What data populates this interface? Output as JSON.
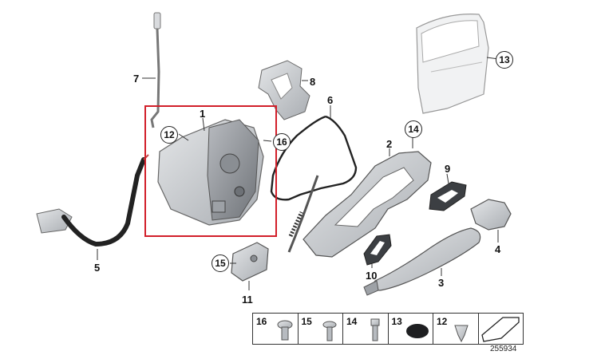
{
  "callouts": {
    "c1": "1",
    "c2": "2",
    "c3": "3",
    "c4": "4",
    "c5": "5",
    "c6": "6",
    "c7": "7",
    "c8": "8",
    "c9": "9",
    "c10": "10",
    "c11": "11",
    "c12": "12",
    "c13": "13",
    "c14": "14",
    "c15": "15",
    "c16": "16"
  },
  "legend": {
    "items": [
      {
        "label": "16",
        "icon": "torx-screw"
      },
      {
        "label": "15",
        "icon": "countersunk-screw"
      },
      {
        "label": "14",
        "icon": "hex-screw"
      },
      {
        "label": "13",
        "icon": "rubber-plug"
      },
      {
        "label": "12",
        "icon": "expanding-rivet"
      },
      {
        "label": "",
        "icon": "arrow-symbol"
      }
    ]
  },
  "diagram_number": "255934",
  "colors": {
    "highlight": "#d21f2a",
    "part_fill": "#c9ccd0",
    "line": "#333333"
  }
}
